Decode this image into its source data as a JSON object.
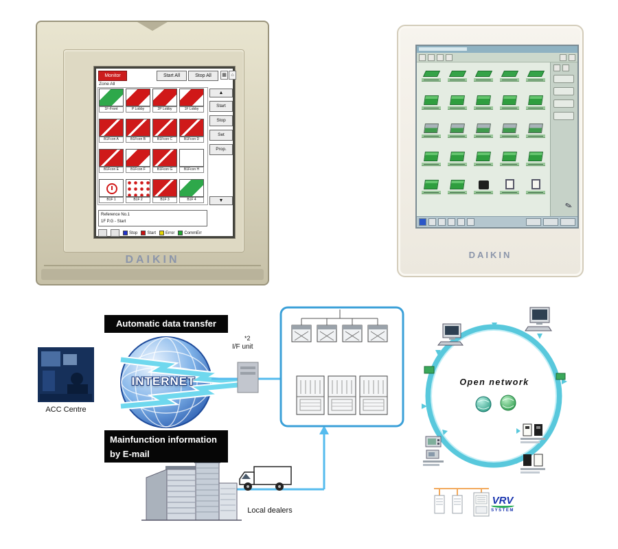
{
  "left_device": {
    "brand": "DAIKIN",
    "screen": {
      "title_button": "Monitor",
      "start_all": "Start All",
      "stop_all": "Stop All",
      "zone_label": "Zone All",
      "side_buttons": [
        "Start",
        "Stop",
        "Set",
        "Prop."
      ],
      "rows": [
        {
          "tiles": [
            "green",
            "redstripe",
            "redstripe",
            "redstripe"
          ],
          "captions": [
            "1F-Front",
            "P Lobby",
            "2P Lobby",
            "1F Lobby"
          ]
        },
        {
          "tiles": [
            "red",
            "red",
            "red",
            "red"
          ],
          "captions": [
            "B1Fcon A",
            "B1Fcon B",
            "B1Fcon C",
            "B1Fcon D"
          ]
        },
        {
          "tiles": [
            "red",
            "redstripe",
            "red",
            "white"
          ],
          "captions": [
            "B1Fcon E",
            "B1Fcon F",
            "B1Fcon G",
            "B1Fcon H"
          ]
        },
        {
          "tiles": [
            "sym",
            "sym2",
            "red",
            "green"
          ],
          "captions": [
            "B1F 1",
            "B1F 2",
            "B1F 3",
            "B1F 4"
          ]
        }
      ],
      "info_line1": "Reference No.1",
      "info_line2": "1F P.G  -  Start",
      "legend": [
        {
          "label": "Stop",
          "color": "#2233cc"
        },
        {
          "label": "Start",
          "color": "#cc1111"
        },
        {
          "label": "Error",
          "color": "#e8d800"
        },
        {
          "label": "CommErr",
          "color": "#22aa33"
        }
      ]
    }
  },
  "right_device": {
    "brand": "DAIKIN",
    "screen": {
      "rows": [
        [
          "flat",
          "flat",
          "flat",
          "flat",
          "flat"
        ],
        [
          "unit",
          "unit",
          "unit",
          "unit",
          "unit"
        ],
        [
          "gray",
          "gray",
          "gray",
          "gray",
          "gray"
        ],
        [
          "unit",
          "unit",
          "unit",
          "unit",
          "unit"
        ],
        [
          "unit",
          "unit",
          "black",
          "frame",
          "frame"
        ]
      ]
    }
  },
  "diagram_internet": {
    "banner_top": "Automatic data transfer",
    "globe_label": "INTERNET",
    "acc_label": "ACC Centre",
    "if_label": "I/F unit",
    "if_note": "*2",
    "banner_bottom_line1": "Mainfunction information",
    "banner_bottom_line2": "by E-mail",
    "dealers_label": "Local dealers"
  },
  "diagram_network": {
    "label": "Open  network",
    "vrv": "VRV",
    "system": "SYSTEM"
  },
  "icons": {
    "up_arrow": "▲",
    "down_arrow": "▼",
    "grid": "▦",
    "home": "⌂",
    "pencil": "✎"
  },
  "colors": {
    "accent_cyan": "#55bbee",
    "box_blue": "#3ba0d8",
    "orange": "#f2a85a",
    "ring_cyan": "#58c8dc",
    "vrv_blue": "#1733ae",
    "daikin_gray": "#8b95aa"
  }
}
